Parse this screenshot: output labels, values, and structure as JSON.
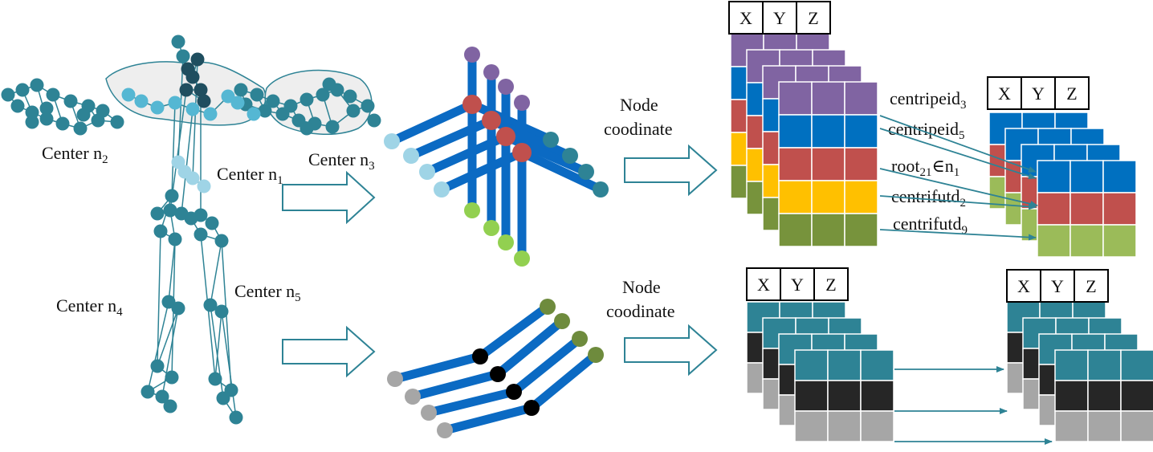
{
  "labels": {
    "center_n2": {
      "base": "Center n",
      "sub": "2"
    },
    "center_n1": {
      "base": "Center n",
      "sub": "1"
    },
    "center_n3": {
      "base": "Center n",
      "sub": "3"
    },
    "center_n4": {
      "base": "Center n",
      "sub": "4"
    },
    "center_n5": {
      "base": "Center n",
      "sub": "5"
    },
    "node_coord_top": [
      "Node",
      "coodinate"
    ],
    "node_coord_bottom": [
      "Node",
      "coodinate"
    ]
  },
  "axes": [
    "X",
    "Y",
    "Z"
  ],
  "connections": [
    {
      "base": "centripeid",
      "sub": "3",
      "tail": ""
    },
    {
      "base": "centripeid",
      "sub": "5",
      "tail": ""
    },
    {
      "base": "root",
      "sub": "21",
      "tail": "∈n",
      "tail_sub": "1"
    },
    {
      "base": "centrifutd",
      "sub": "2",
      "tail": ""
    },
    {
      "base": "centrifutd",
      "sub": "9",
      "tail": ""
    }
  ],
  "colors": {
    "teal": "#2e8395",
    "dark_teal": "#1f4e5f",
    "light_teal": "#55b7d3",
    "pale_blue": "#9fd4e6",
    "blue_bar": "#0b6ac3",
    "purple": "#8064a2",
    "blue": "#0070c0",
    "red": "#c0504d",
    "yellow": "#ffc000",
    "green": "#77933c",
    "light_green": "#9bbb59",
    "lime": "#92d050",
    "olive": "#6e8b3d",
    "black": "#262626",
    "gray": "#a6a6a6"
  }
}
